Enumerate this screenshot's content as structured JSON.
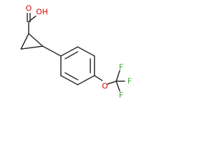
{
  "molecule": {
    "atom_labels": {
      "carboxyl_oxygen": "O",
      "hydroxyl": "OH",
      "ether_oxygen": "O",
      "fluorine_top": "F",
      "fluorine_right": "F",
      "fluorine_bottom": "F"
    }
  },
  "colors": {
    "bond": "#2b2b2b",
    "oxygen": "#d40000",
    "fluorine": "#3fa535",
    "background": "#ffffff"
  }
}
